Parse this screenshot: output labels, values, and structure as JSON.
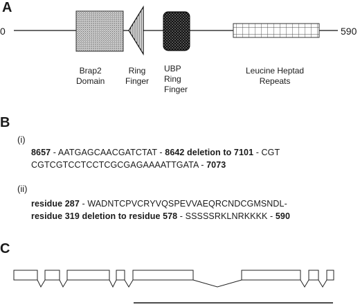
{
  "panel_a": {
    "letter": "A",
    "start_label": "0",
    "end_label": "590",
    "domains": [
      {
        "line1": "Brap2",
        "line2": "Domain",
        "line3": ""
      },
      {
        "line1": "Ring",
        "line2": "Finger",
        "line3": ""
      },
      {
        "line1": "UBP",
        "line2": "Ring",
        "line3": "Finger"
      },
      {
        "line1": "Leucine Heptad",
        "line2": "Repeats",
        "line3": ""
      }
    ]
  },
  "panel_b": {
    "letter": "B",
    "part_i": {
      "label": "(i)",
      "line1": [
        {
          "text": "8657",
          "bold": true
        },
        {
          "text": " - AATGAGCAACGATCTAT - ",
          "bold": false
        },
        {
          "text": "8642 deletion to 7101",
          "bold": true
        },
        {
          "text": " - CGT",
          "bold": false
        }
      ],
      "line2": [
        {
          "text": "CGTCGTCCTCCTCGCGAGAAAATTGATA - ",
          "bold": false
        },
        {
          "text": "7073",
          "bold": true
        }
      ]
    },
    "part_ii": {
      "label": "(ii)",
      "line1": [
        {
          "text": "residue 287",
          "bold": true
        },
        {
          "text": " - WADNTCPVCRYVQSPEVVAEQRCNDCGMSNDL-",
          "bold": false
        }
      ],
      "line2": [
        {
          "text": "residue 319 deletion to residue 578",
          "bold": true
        },
        {
          "text": " - SSSSSRKLNRKKKK - ",
          "bold": false
        },
        {
          "text": "590",
          "bold": true
        }
      ]
    }
  },
  "panel_c": {
    "letter": "C"
  }
}
